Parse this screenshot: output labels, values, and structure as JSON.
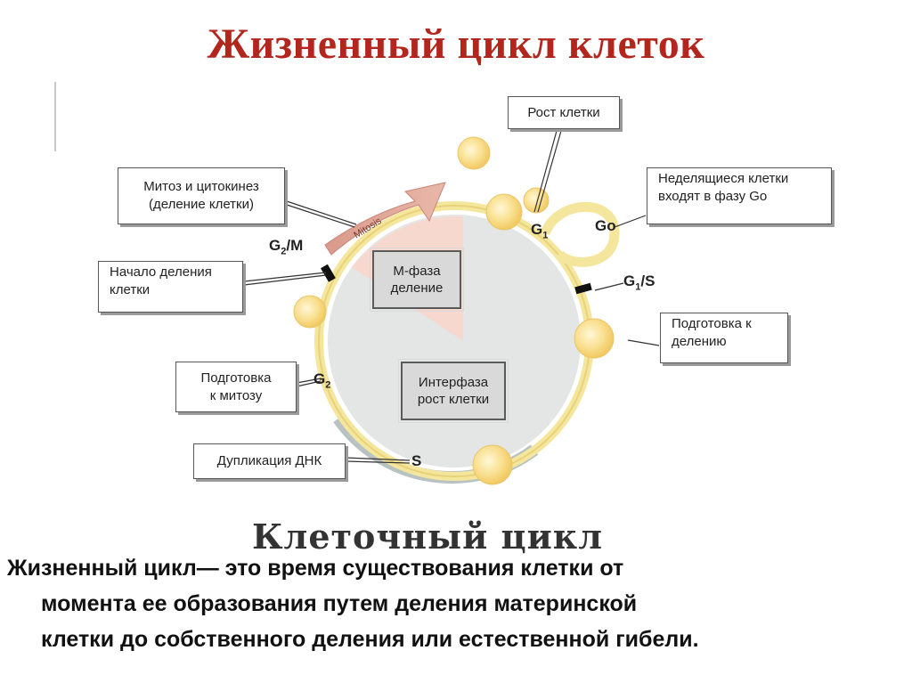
{
  "title": "Жизненный цикл клеток",
  "diagram": {
    "boxes": {
      "cell_growth": "Рост клетки",
      "mitosis_line1": "Митоз и цитокинез",
      "mitosis_line2": "(деление клетки)",
      "non_dividing_line1": "Неделящиеся клетки",
      "non_dividing_line2": "входят в фазу Go",
      "division_start_line1": "Начало деления",
      "division_start_line2": "клетки",
      "prep_division_line1": "Подготовка к",
      "prep_division_line2": "делению",
      "prep_mitosis_line1": "Подготовка",
      "prep_mitosis_line2": "к митозу",
      "dna_duplication": "Дупликация ДНК"
    },
    "gray_boxes": {
      "m_phase_line1": "М-фаза",
      "m_phase_line2": "деление",
      "interphase_line1": "Интерфаза",
      "interphase_line2": "рост клетки"
    },
    "phases": {
      "g1_letter": "G",
      "g1_sub": "1",
      "go": "Go",
      "g1s_letter": "G",
      "g1s_sub": "1",
      "g1s_rest": "/S",
      "g2m_letter": "G",
      "g2m_sub": "2",
      "g2m_rest": "/M",
      "g2_letter": "G",
      "g2_sub": "2",
      "s": "S"
    },
    "mitosis_arrow_label": "Mitosis",
    "cycle_label": "Клеточный цикл"
  },
  "description": {
    "line1": "Жизненный цикл— это время существования клетки от",
    "line2": "момента ее образования путем деления материнской",
    "line3": "клетки до собственного деления или естественной гибели."
  }
}
